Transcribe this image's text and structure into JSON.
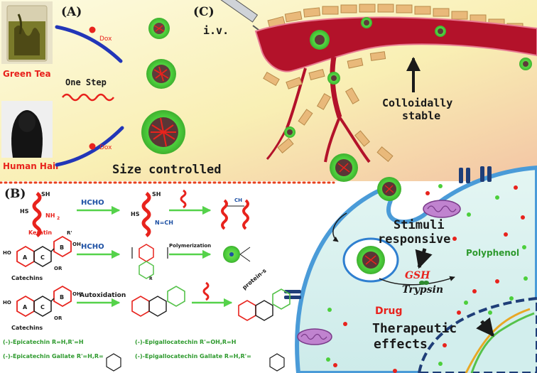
{
  "panelA": {
    "label": "(A)",
    "dox_top": "Dox",
    "dox_bottom": "Dox",
    "green_tea": "Green Tea",
    "human_hair": "Human Hair",
    "one_step": "One Step",
    "size_controlled": "Size controlled"
  },
  "panelC": {
    "label": "(C)",
    "iv": "i.v.",
    "colloidally_1": "Colloidally",
    "colloidally_2": "stable"
  },
  "panelB": {
    "label": "(B)",
    "hcho_1": "HCHO",
    "hcho_2": "HCHO",
    "autoxidation": "Autoxidation",
    "polymerization": "Polymerization",
    "keratin": "Keratin",
    "catechins_1": "Catechins",
    "catechins_2": "Catechins",
    "protein_s": "protein-s",
    "sh": "SH",
    "hs": "HS",
    "nh2": "NH",
    "nh2_sub": "2",
    "n_ch2": "N=CH",
    "ch2": "CH",
    "ring_a": "A",
    "ring_b": "B",
    "ring_c": "C",
    "oh": "OH",
    "ho": "HO",
    "or": "OR",
    "r": "R",
    "r_prime": "R'",
    "legend_1": "(-)-Epicatechin R=H,R'=H",
    "legend_2": "(-)-Epicatechin Gallate R'=H,R=",
    "legend_3": "(-)-Epigallocatechin R'=OH,R=H",
    "legend_4": "(-)-Epigallocatechin Gallate R=H,R'="
  },
  "cell": {
    "stimuli_1": "Stimuli",
    "stimuli_2": "responsive",
    "polyphenol": "Polyphenol",
    "gsh": "GSH",
    "trypsin": "Trypsin",
    "drug": "Drug",
    "therapeutic_1": "Therapeutic",
    "therapeutic_2": "effects"
  },
  "colors": {
    "accent_red": "#e8231d",
    "label_blue": "#1c4fa3",
    "arrow_green": "#55d24a",
    "vessel": "#b3122a",
    "cell_fill": "#d9f1ef",
    "cell_border": "#4a9bd8",
    "nanoparticle": "#4ccf3c"
  }
}
